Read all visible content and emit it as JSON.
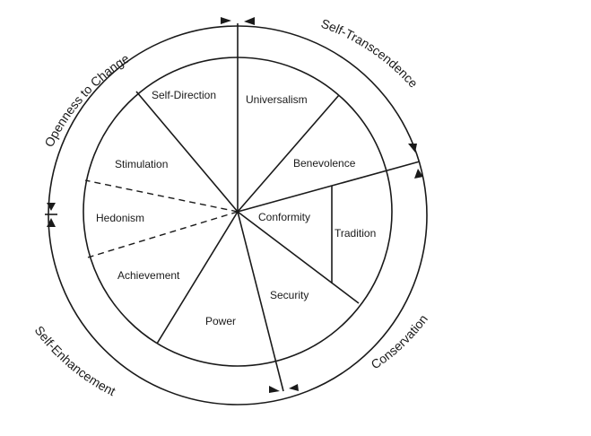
{
  "diagram": {
    "values": {
      "self_direction": "Self-Direction",
      "universalism": "Universalism",
      "benevolence": "Benevolence",
      "stimulation": "Stimulation",
      "hedonism": "Hedonism",
      "achievement": "Achievement",
      "power": "Power",
      "security": "Security",
      "conformity": "Conformity",
      "tradition": "Tradition"
    },
    "higher_order": {
      "openness": "Openness to Change",
      "self_transcendence": "Self-Transcendence",
      "conservation": "Conservation",
      "self_enhancement": "Self-Enhancement"
    }
  }
}
